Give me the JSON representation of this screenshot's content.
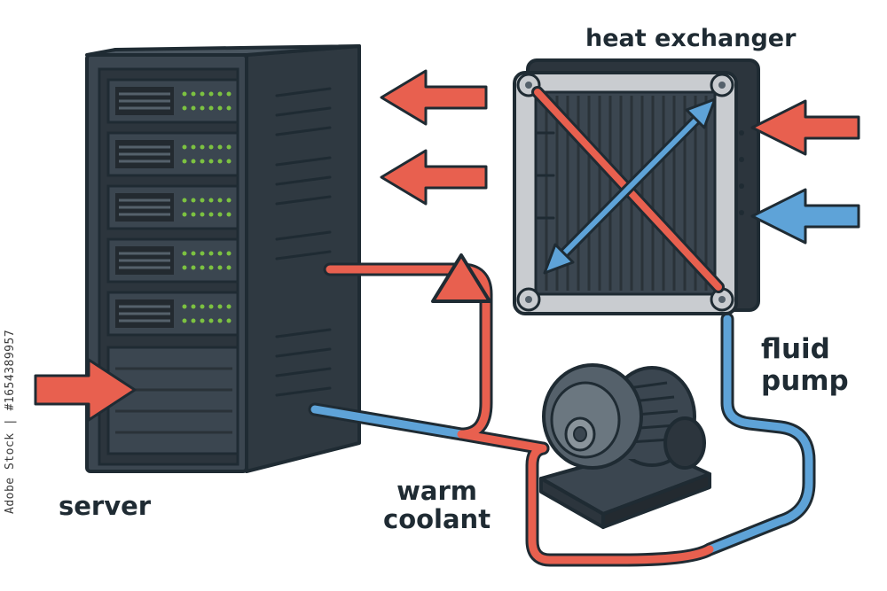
{
  "labels": {
    "heat_exchanger": "heat exchanger",
    "fluid_pump_line1": "fluid",
    "fluid_pump_line2": "pump",
    "warm_coolant_line1": "warm",
    "warm_coolant_line2": "coolant",
    "server": "server"
  },
  "stock_id": "Adobe Stock | #1654389957",
  "colors": {
    "hot": "#e8604f",
    "cold": "#5ea3d8",
    "outline": "#1f2b33",
    "rack": "#3b4650",
    "rack_dark": "#2c353d",
    "led": "#7cc241",
    "frame": "#c9ccd0"
  }
}
